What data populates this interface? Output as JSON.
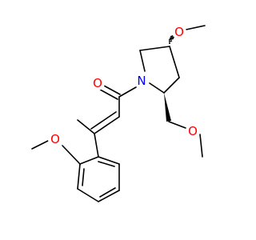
{
  "structure": {
    "atoms": [
      {
        "id": "O_carbonyl",
        "text": "O"
      },
      {
        "id": "N_ring",
        "text": "N"
      },
      {
        "id": "O_ring_methoxy",
        "text": "O"
      },
      {
        "id": "O_side_methoxy",
        "text": "O"
      },
      {
        "id": "O_aryl_methoxy",
        "text": "O"
      }
    ]
  },
  "colors": {
    "bond": "#000000",
    "oxygen": "#ff0000",
    "nitrogen": "#0000ff",
    "background": "#ffffff"
  }
}
